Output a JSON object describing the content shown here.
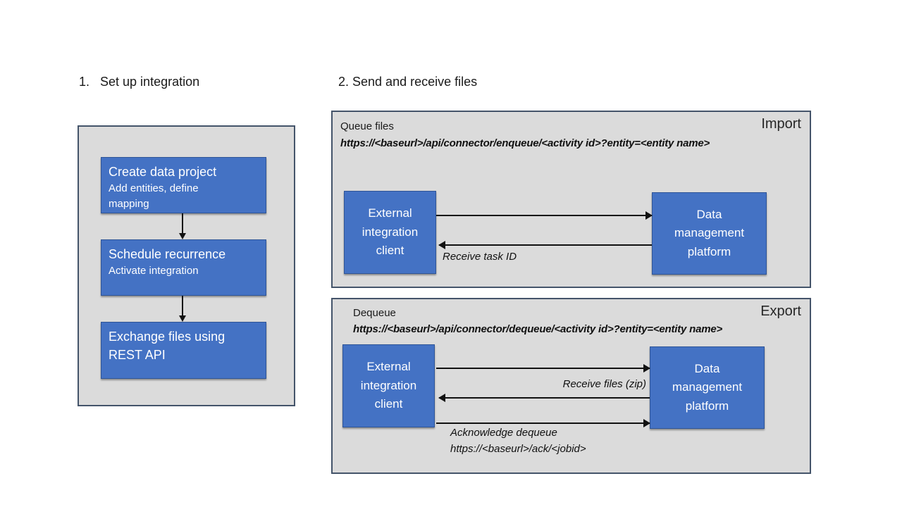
{
  "colors": {
    "panel_fill": "#dbdbdb",
    "panel_border": "#44546a",
    "box_fill": "#4472c4",
    "box_border": "#2f5597",
    "arrow": "#111111",
    "text": "#1a1a1a"
  },
  "headers": {
    "step1": "1.   Set up integration",
    "step2": "2. Send and receive files"
  },
  "setup_panel": {
    "boxes": [
      {
        "title": "Create data project",
        "subtitle": "Add entities, define mapping"
      },
      {
        "title": "Schedule recurrence",
        "subtitle": "Activate integration"
      },
      {
        "title": "Exchange files using REST API",
        "subtitle": ""
      }
    ]
  },
  "import_panel": {
    "label": "Import",
    "action": "Queue files",
    "url": "https://<baseurl>/api/connector/enqueue/<activity id>?entity=<entity name>",
    "client_box": "External integration client",
    "platform_box": "Data management platform",
    "return_label": "Receive task ID"
  },
  "export_panel": {
    "label": "Export",
    "action": "Dequeue",
    "url": "https://<baseurl>/api/connector/dequeue/<activity id>?entity=<entity name>",
    "client_box": "External integration client",
    "platform_box": "Data management platform",
    "receive_label": "Receive files (zip)",
    "ack_label": "Acknowledge dequeue",
    "ack_url": "https://<baseurl>/ack/<jobid>"
  }
}
